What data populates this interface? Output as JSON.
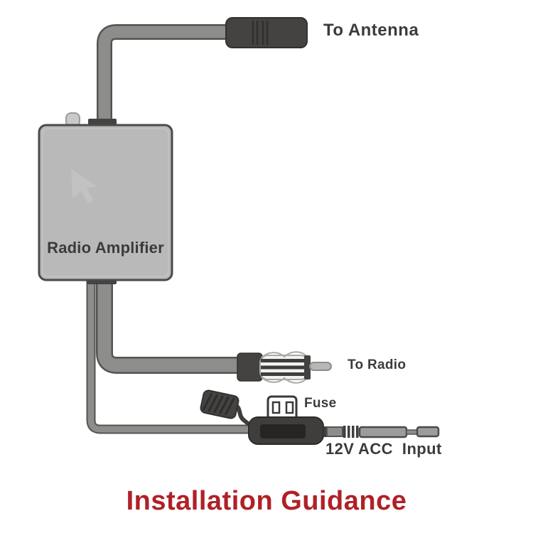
{
  "title": {
    "text": "Installation Guidance",
    "color": "#af2127"
  },
  "device": {
    "label": "Radio Amplifier"
  },
  "connections": {
    "antenna": {
      "label": "To Antenna"
    },
    "radio": {
      "label": "To Radio"
    },
    "power": {
      "label": "12V ACC  Input",
      "fuse_label": "Fuse"
    }
  },
  "colors": {
    "cable_fill": "#8d8d8b",
    "cable_outline": "#55544f",
    "connector_dark": "#454341",
    "fuse_holder": "#3f3e3c",
    "box_fill": "#b9b9b9",
    "box_border": "#4a4a4a",
    "label_text": "#3b3b3b",
    "title_red": "#af2127"
  },
  "diagram": {
    "type": "wiring-diagram",
    "nodes": [
      "Radio Amplifier",
      "To Antenna",
      "To Radio",
      "Fuse",
      "12V ACC Input"
    ],
    "edges": [
      {
        "from": "Radio Amplifier",
        "to": "To Antenna"
      },
      {
        "from": "Radio Amplifier",
        "to": "To Radio"
      },
      {
        "from": "Radio Amplifier",
        "to": "12V ACC Input",
        "via": "Fuse"
      }
    ]
  }
}
